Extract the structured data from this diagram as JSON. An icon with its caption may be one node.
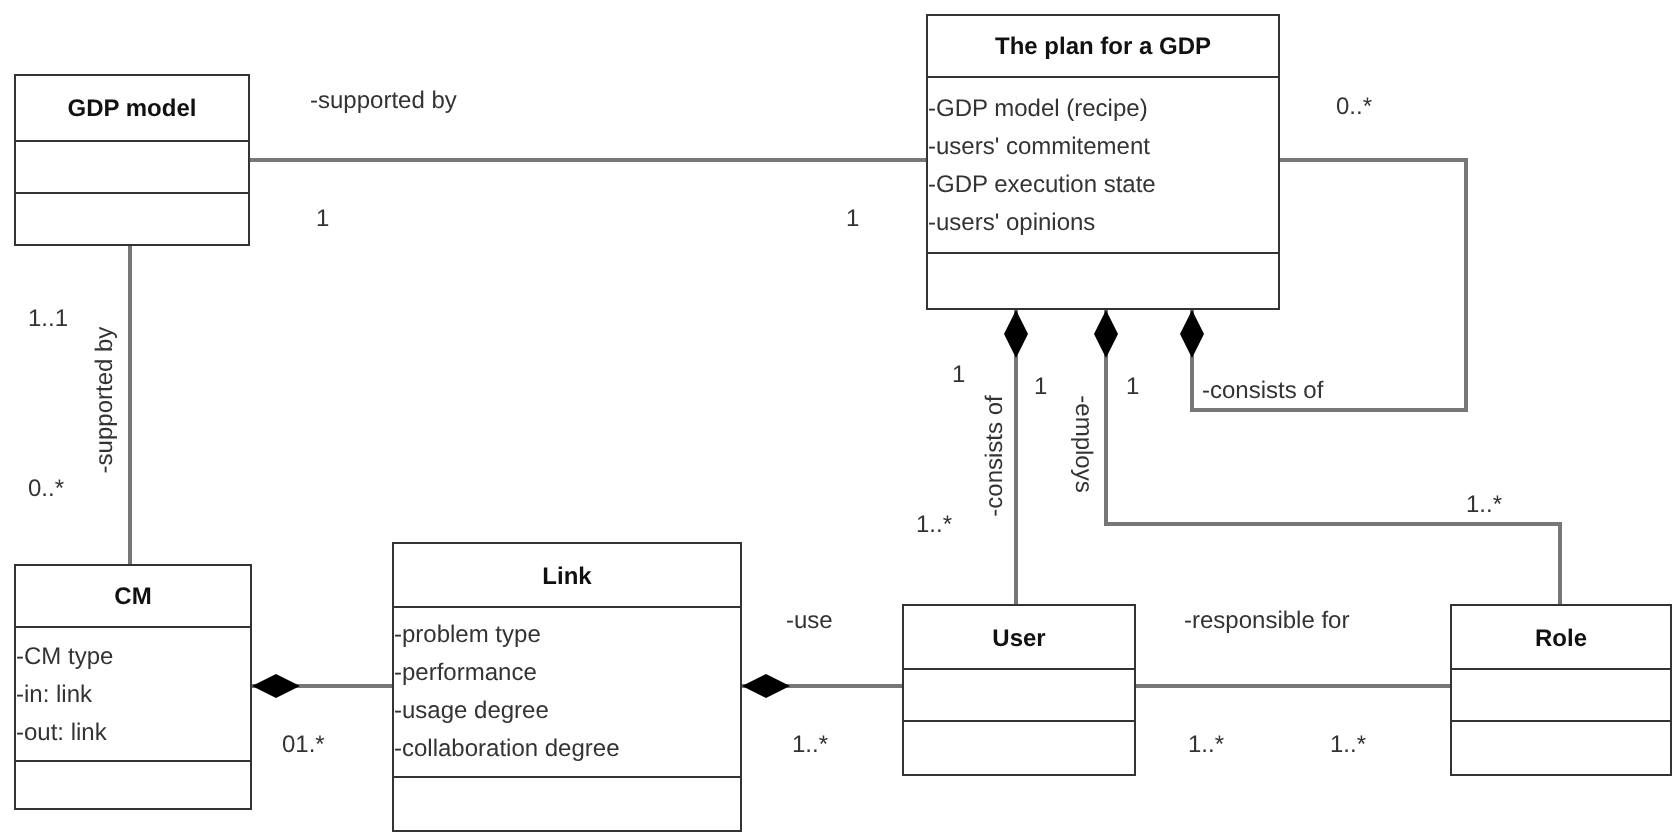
{
  "diagram": {
    "nodes": [
      {
        "text": [
          "GDP model"
        ]
      },
      {
        "text": [
          "The plan for a GDP",
          "-GDP model (recipe)",
          "-users' commitement",
          "-GDP execution state",
          "-users' opinions"
        ]
      },
      {
        "text": [
          "CM",
          "-CM type",
          "-in: link",
          "-out: link"
        ]
      },
      {
        "text": [
          "Link",
          "-problem type",
          "-performance",
          "-usage degree",
          "-collaboration degree"
        ]
      },
      {
        "text": [
          "User"
        ]
      },
      {
        "text": [
          "Role"
        ]
      }
    ],
    "edges": [
      {
        "from": 0,
        "to": 1,
        "arrow": "none",
        "label": "-supported by"
      },
      {
        "from": 0,
        "to": 2,
        "arrow": "none",
        "label": "-supported by"
      },
      {
        "from": 1,
        "to": 4,
        "arrow": "other",
        "label": "-consists of"
      },
      {
        "from": 1,
        "to": 5,
        "arrow": "other",
        "label": "-employs"
      },
      {
        "from": 1,
        "to": 1,
        "arrow": "other",
        "label": "-consists of"
      },
      {
        "from": 2,
        "to": 3,
        "arrow": "other"
      },
      {
        "from": 3,
        "to": 4,
        "arrow": "other",
        "label": "-use"
      },
      {
        "from": 4,
        "to": 5,
        "arrow": "none",
        "label": "-responsible for"
      }
    ],
    "labels": [
      "1",
      "1",
      "0..*",
      "1..1",
      "0..*",
      "1",
      "1",
      "1",
      "1..*",
      "1..*",
      "01.*",
      "1..*",
      "1..*",
      "1..*"
    ]
  }
}
